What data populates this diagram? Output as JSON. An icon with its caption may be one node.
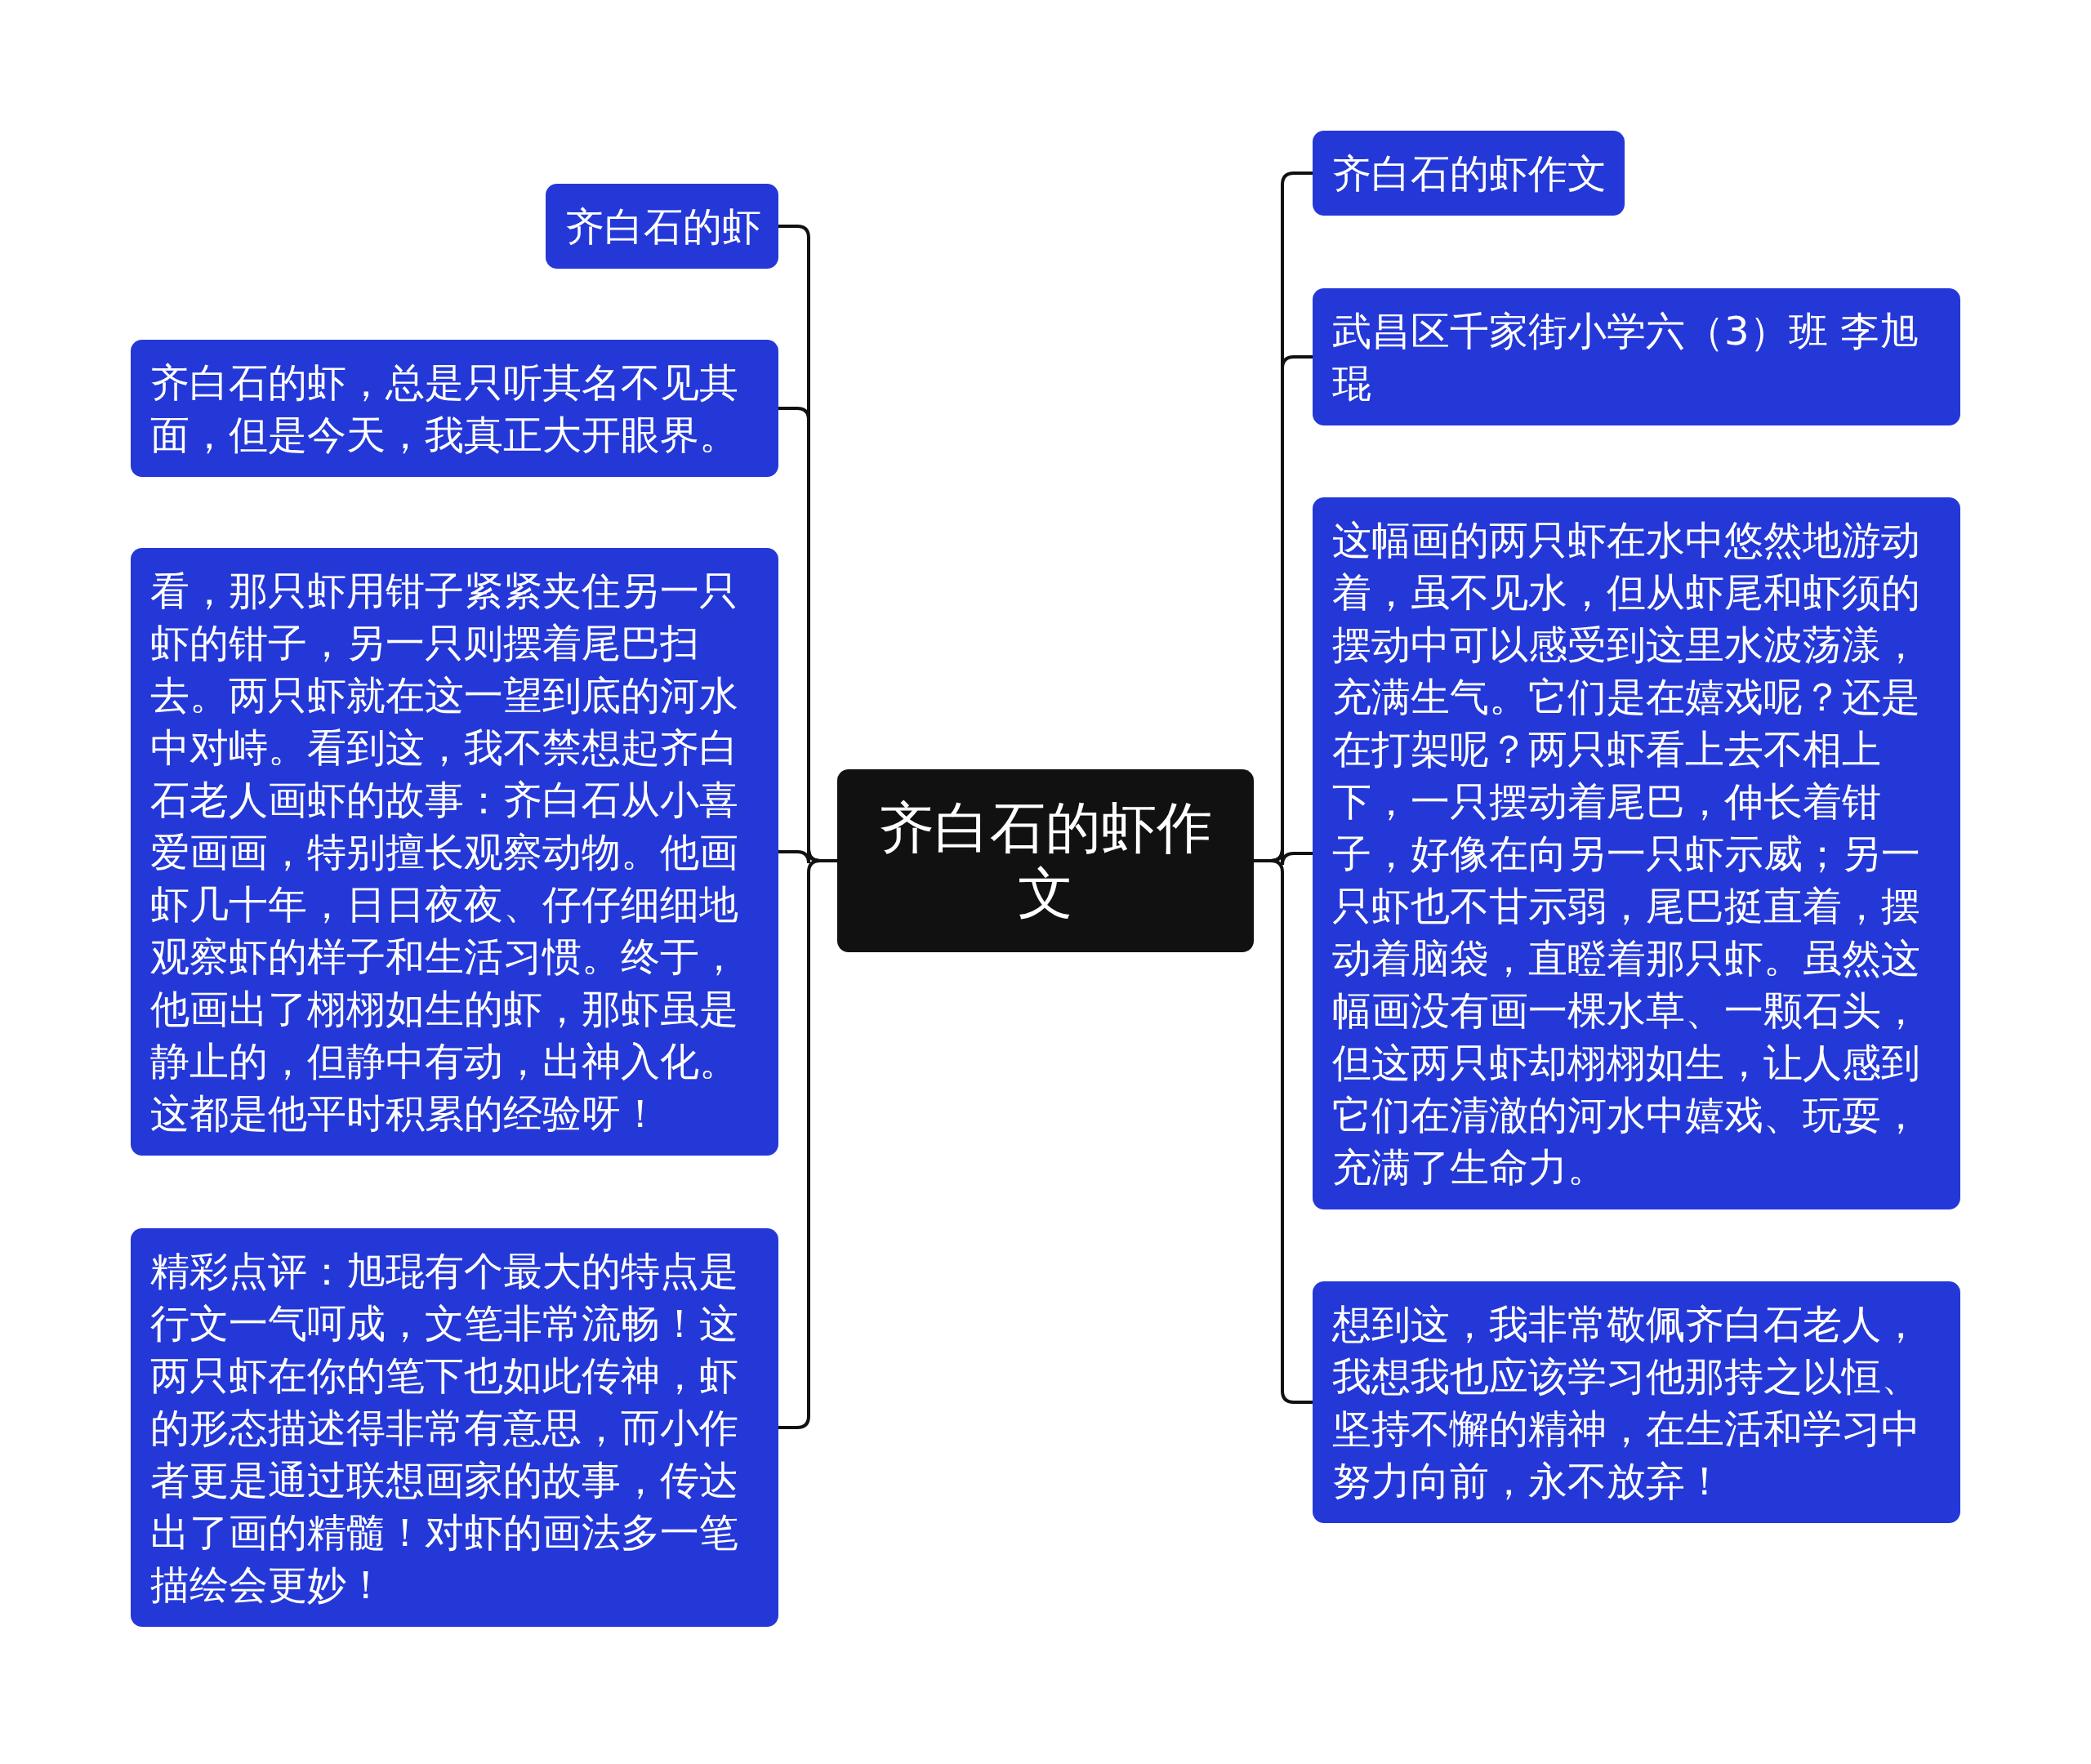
{
  "diagram": {
    "nodes": [
      {
        "text": [
          "齐白石的虾作文"
        ]
      },
      {
        "text": [
          "齐白石的虾"
        ]
      },
      {
        "text": [
          "齐白石的虾，总是只听其名不见其面，但是今天，我真正大开眼界。"
        ]
      },
      {
        "text": [
          "看，那只虾用钳子紧紧夹住另一只虾的钳子，另一只则摆着尾巴扫去。两只虾就在这一望到底的河水中对峙。看到这，我不禁想起齐白石老人画虾的故事：齐白石从小喜爱画画，特别擅长观察动物。他画虾几十年，日日夜夜、仔仔细细地观察虾的样子和生活习惯。终于，他画出了栩栩如生的虾，那虾虽是静止的，但静中有动，出神入化。这都是他平时积累的经验呀！"
        ]
      },
      {
        "text": [
          "精彩点评：旭琨有个最大的特点是行文一气呵成，文笔非常流畅！这两只虾在你的笔下也如此传神，虾的形态描述得非常有意思，而小作者更是通过联想画家的故事，传达出了画的精髓！对虾的画法多一笔描绘会更妙！"
        ]
      },
      {
        "text": [
          "齐白石的虾作文"
        ]
      },
      {
        "text": [
          "武昌区千家街小学六（3）班 李旭琨"
        ]
      },
      {
        "text": [
          "这幅画的两只虾在水中悠然地游动着，虽不见水，但从虾尾和虾须的摆动中可以感受到这里水波荡漾，充满生气。它们是在嬉戏呢？还是在打架呢？两只虾看上去不相上下，一只摆动着尾巴，伸长着钳子，好像在向另一只虾示威；另一只虾也不甘示弱，尾巴挺直着，摆动着脑袋，直瞪着那只虾。虽然这幅画没有画一棵水草、一颗石头，但这两只虾却栩栩如生，让人感到它们在清澈的河水中嬉戏、玩耍，充满了生命力。"
        ]
      },
      {
        "text": [
          "想到这，我非常敬佩齐白石老人，我想我也应该学习他那持之以恒、坚持不懈的精神，在生活和学习中努力向前，永不放弃！"
        ]
      }
    ],
    "edges": [
      {
        "from": 0,
        "to": 1,
        "arrow": "none"
      },
      {
        "from": 0,
        "to": 2,
        "arrow": "none"
      },
      {
        "from": 0,
        "to": 3,
        "arrow": "none"
      },
      {
        "from": 0,
        "to": 4,
        "arrow": "none"
      },
      {
        "from": 0,
        "to": 5,
        "arrow": "none"
      },
      {
        "from": 0,
        "to": 6,
        "arrow": "none"
      },
      {
        "from": 0,
        "to": 7,
        "arrow": "none"
      },
      {
        "from": 0,
        "to": 8,
        "arrow": "none"
      }
    ]
  }
}
